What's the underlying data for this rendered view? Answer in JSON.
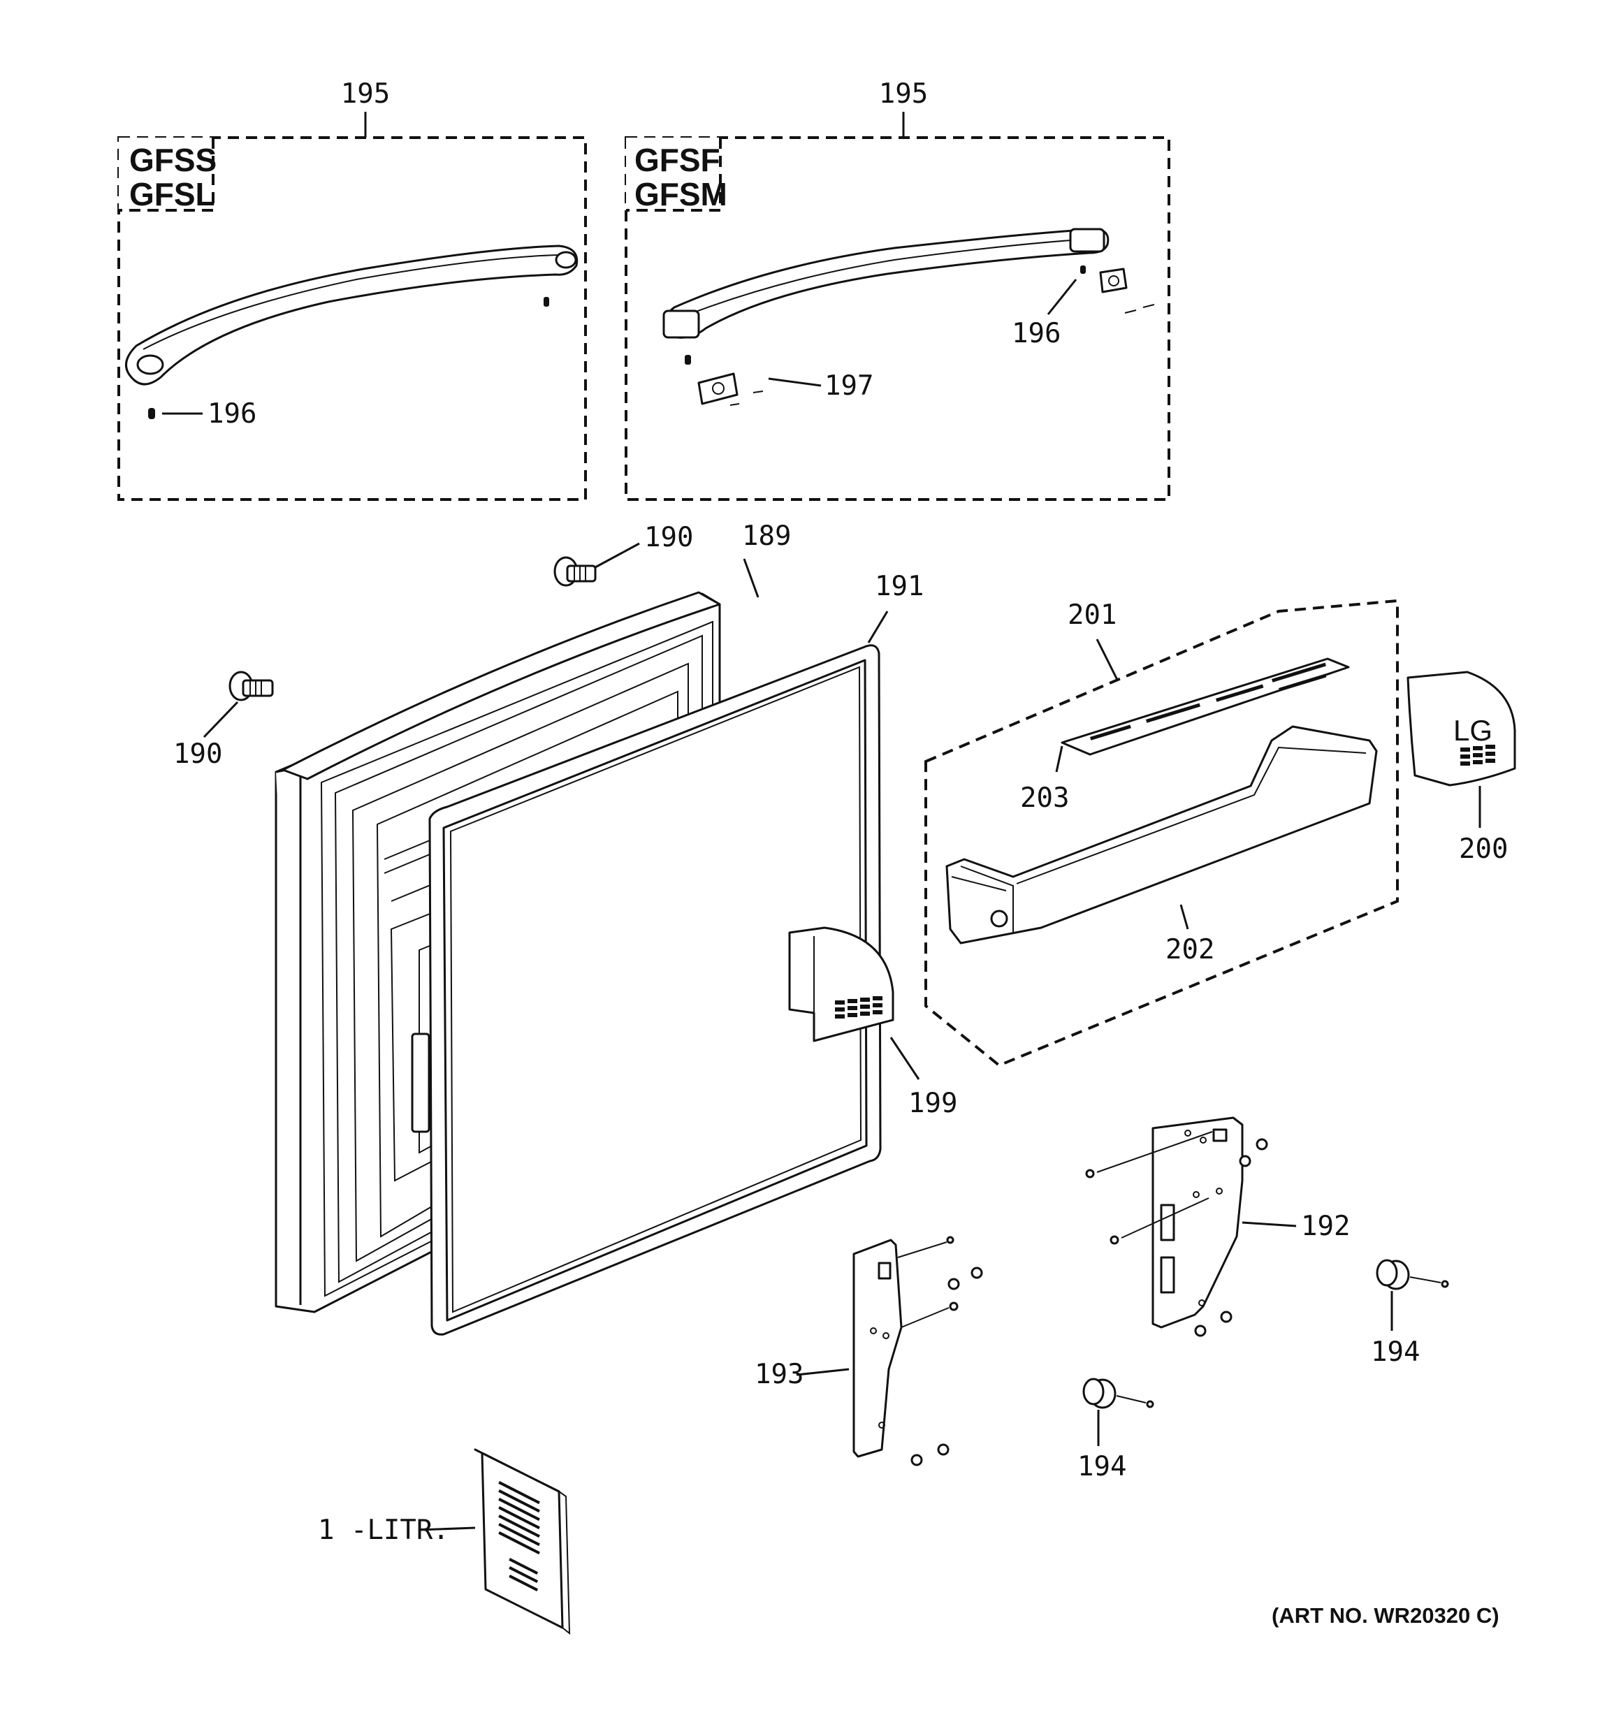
{
  "callouts": {
    "c195a": "195",
    "c195b": "195",
    "c196a": "196",
    "c196b": "196",
    "c197": "197",
    "c190a": "190",
    "c190b": "190",
    "c189": "189",
    "c191": "191",
    "c201": "201",
    "c203": "203",
    "c200": "200",
    "c202": "202",
    "c199": "199",
    "c192": "192",
    "c193": "193",
    "c194a": "194",
    "c194b": "194",
    "litr": "1 -LITR."
  },
  "model_groups": {
    "left_line1": "GFSS",
    "left_line2": "GFSL",
    "right_line1": "GFSF",
    "right_line2": "GFSM"
  },
  "bin_logo": "LG",
  "art_number": "(ART NO. WR20320 C)"
}
